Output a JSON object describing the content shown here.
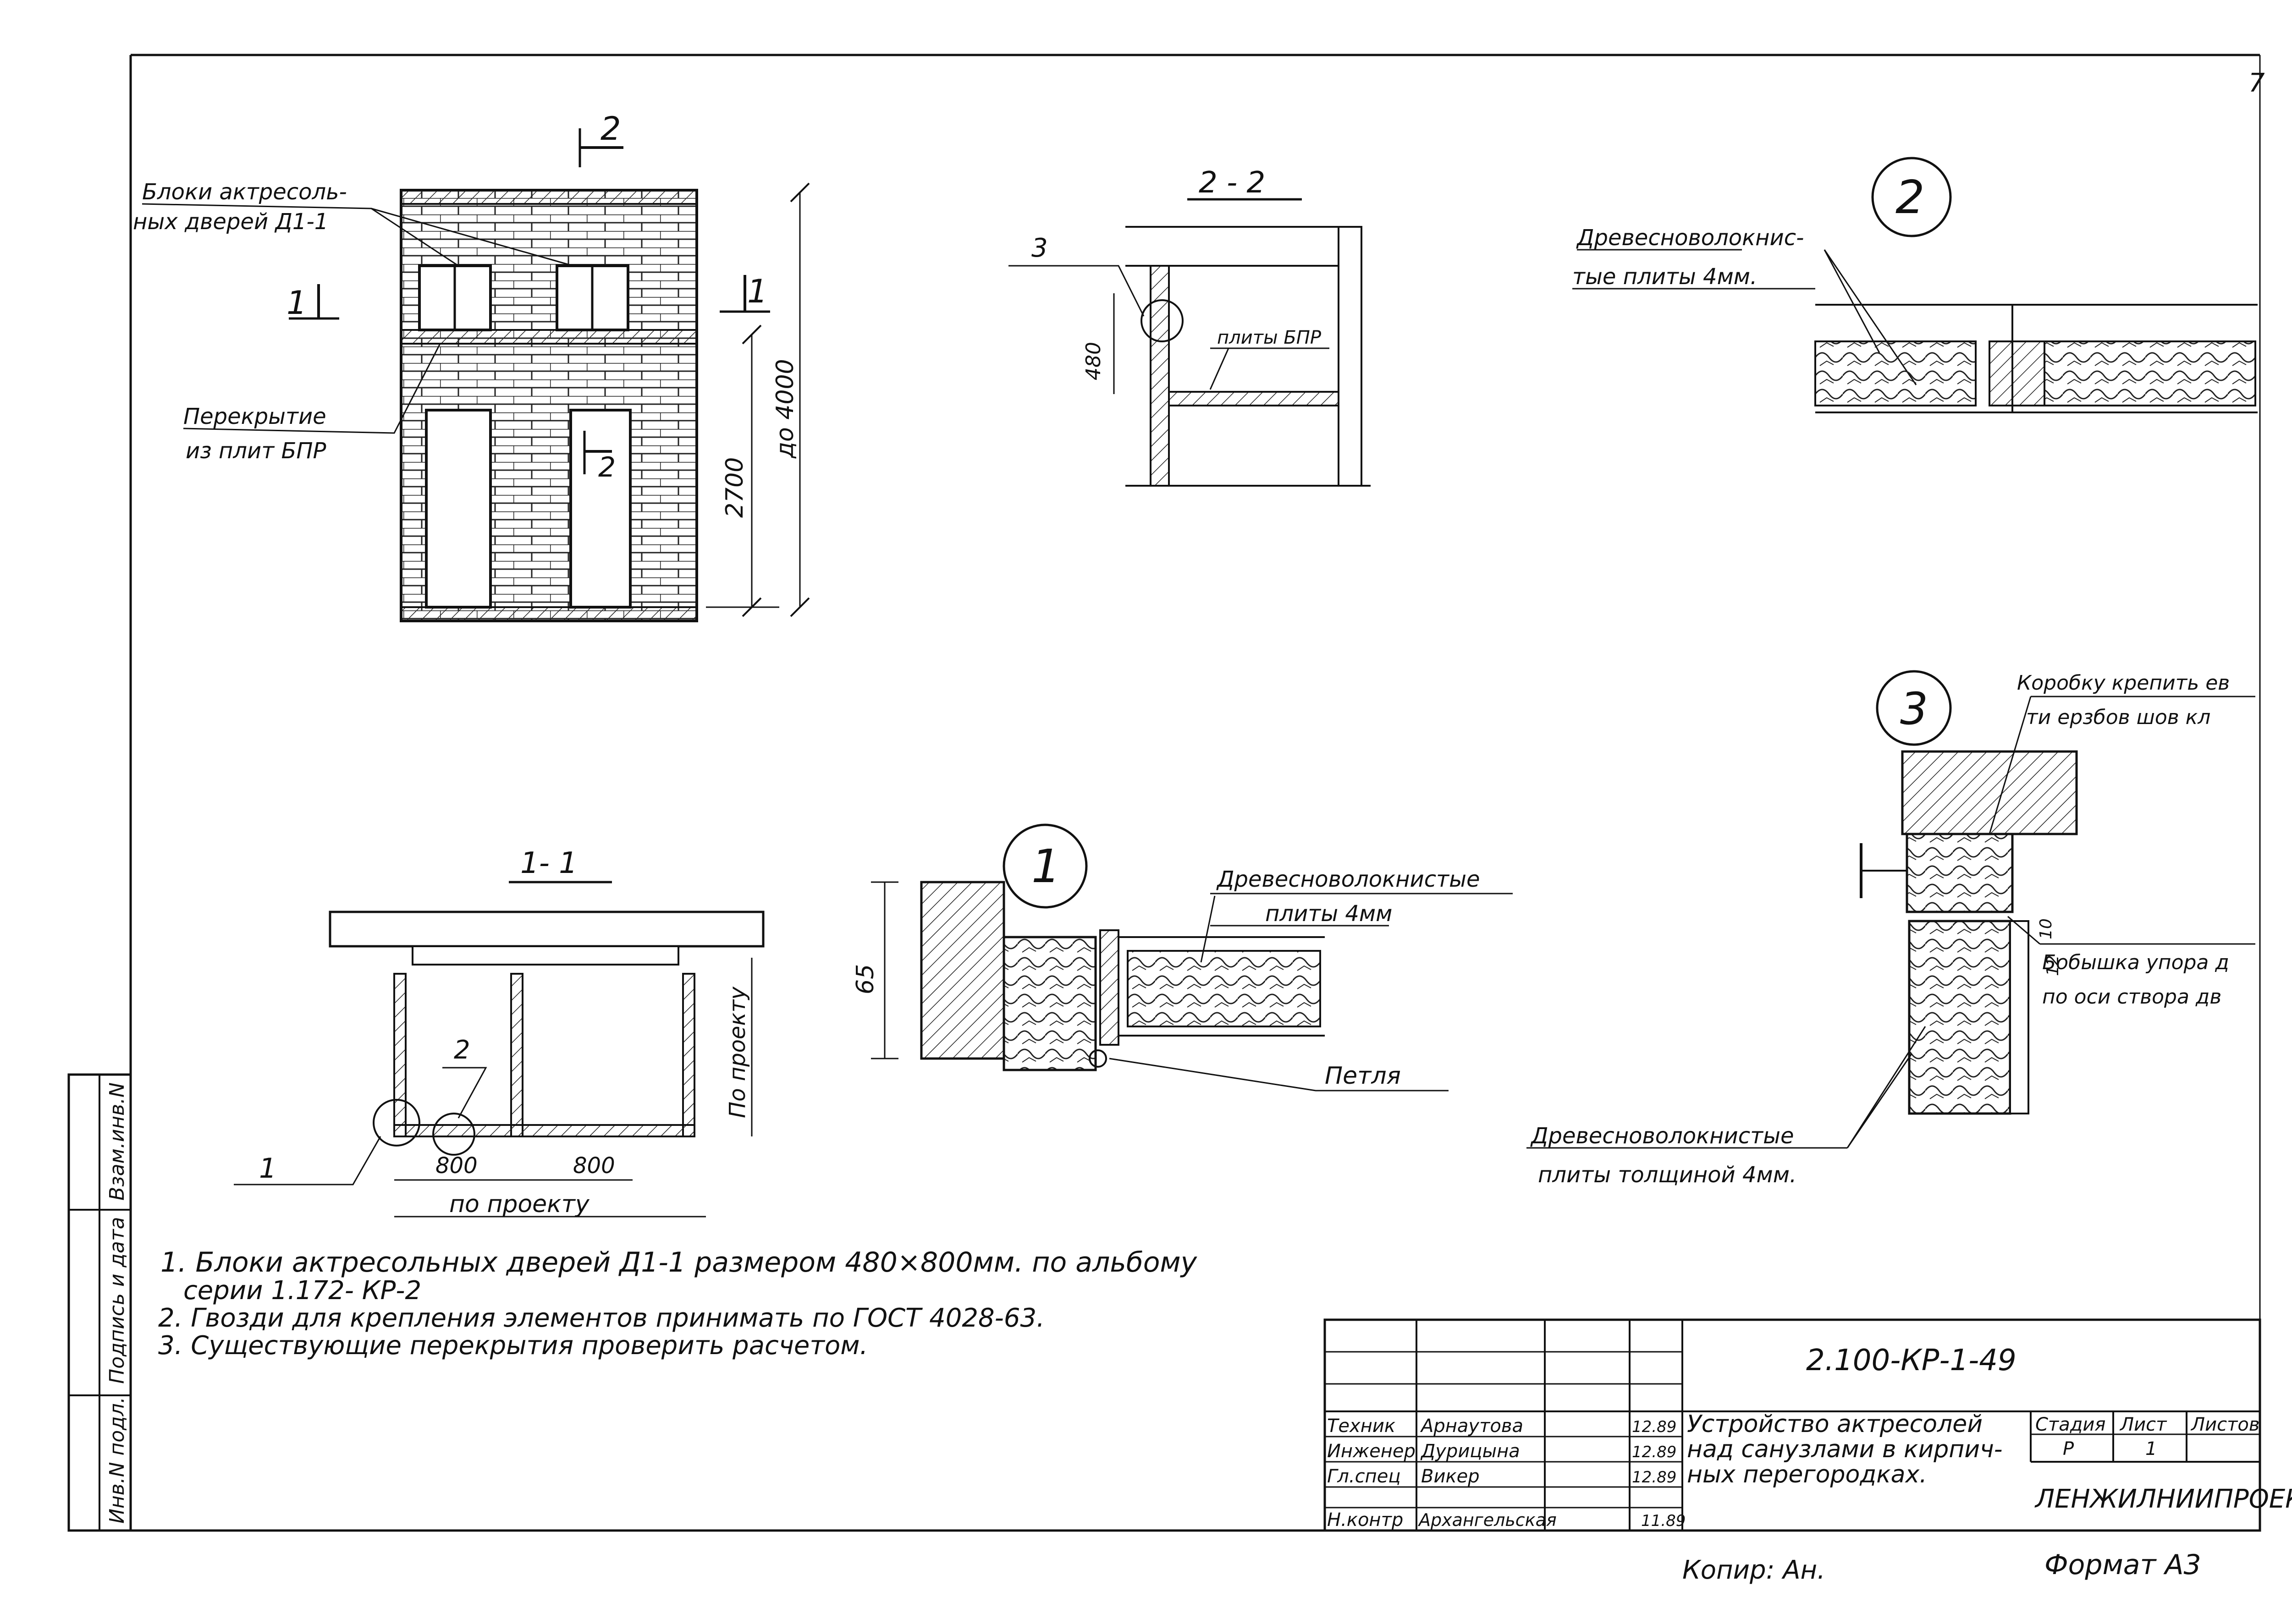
{
  "page_number": "7",
  "elevation": {
    "label_doors": [
      "Блоки актресоль-",
      "ных дверей Д1-1"
    ],
    "label_slab": [
      "Перекрытие",
      "из плит БПР"
    ],
    "cut_1": "1",
    "cut_2": "2",
    "dim_2700": "2700",
    "dim_4000": "до 4000"
  },
  "section_22": {
    "title": "2 - 2",
    "callout": "3",
    "dim_480": "480",
    "slab_label": "плиты БПР"
  },
  "detail_2": {
    "number": "2",
    "label": [
      "Древесноволокнис-",
      "тые плиты 4мм."
    ]
  },
  "section_11": {
    "title": "1- 1",
    "callout_1": "1",
    "callout_2": "2",
    "dim_800_a": "800",
    "dim_800_b": "800",
    "dim_overall": "по проекту",
    "dim_side": "По проекту"
  },
  "detail_1": {
    "number": "1",
    "dim_65": "65",
    "label_fiber": [
      "Древесноволокнистые",
      "плиты 4мм"
    ],
    "label_hinge": "Петля"
  },
  "detail_3": {
    "number": "3",
    "label_frame": [
      "Коробку крепить ев",
      "ти ерзбов шов кл"
    ],
    "label_boss": [
      "Бобышка упора д",
      "по оси створа дв"
    ],
    "dim_10": "10",
    "dim_12": "12",
    "label_fiber": [
      "Древесноволокнистые",
      "плиты толщиной 4мм."
    ]
  },
  "notes": [
    "1. Блоки актресольных дверей Д1-1 размером 480×800мм. по альбому",
    "серии 1.172- КР-2",
    "2. Гвозди для крепления элементов принимать по ГОСТ 4028-63.",
    "3. Существующие перекрытия проверить расчетом."
  ],
  "side_stamp": [
    "Взам.инв.N",
    "Подпись и дата",
    "Инв.N подл."
  ],
  "title_block": {
    "code": "2.100-КР-1-49",
    "roles": [
      "Техник",
      "Инженер",
      "Гл.спец",
      "",
      "Н.контр"
    ],
    "names": [
      "Арнаутова",
      "Дурицына",
      "Викер",
      "",
      "Архангельская"
    ],
    "dates": [
      "12.89",
      "12.89",
      "12.89",
      "",
      "11.89"
    ],
    "description": [
      "Устройство актресолей",
      "над санузлами в кирпич-",
      "ных перегородках."
    ],
    "col_stage": "Стадия",
    "col_sheet": "Лист",
    "col_sheets": "Листов",
    "stage": "Р",
    "sheet": "1",
    "organization": "ЛЕНЖИЛНИИПРОЕКТ"
  },
  "footer": {
    "copied": "Копир: Ан.",
    "format": "Формат А3"
  }
}
